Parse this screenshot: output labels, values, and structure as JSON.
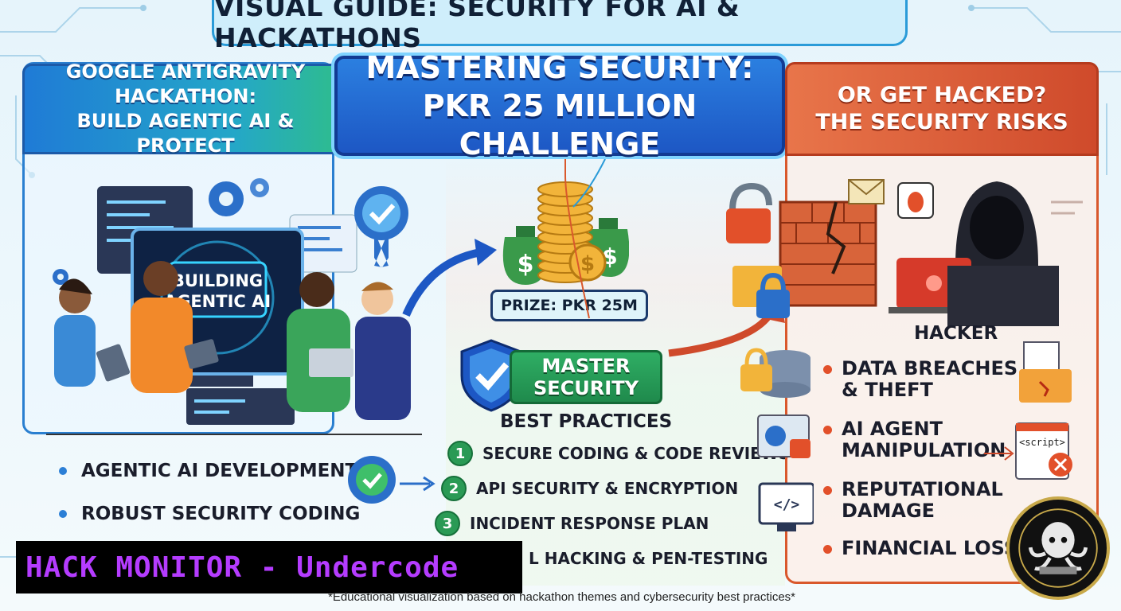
{
  "banner": {
    "title": "VISUAL GUIDE: SECURITY FOR AI & HACKATHONS"
  },
  "left": {
    "header_lines": [
      "GOOGLE ANTIGRAVITY",
      "HACKATHON:",
      "BUILD AGENTIC AI & PROTECT"
    ],
    "screen_text": [
      "BUILDING",
      "AGENTIC AI"
    ],
    "bullets": [
      "AGENTIC AI DEVELOPMENT",
      "ROBUST SECURITY CODING"
    ]
  },
  "center": {
    "header_lines": [
      "MASTERING SECURITY:",
      "PKR 25 MILLION CHALLENGE"
    ],
    "prize_label": "PRIZE: PKR 25M",
    "badge_lines": [
      "MASTER",
      "SECURITY"
    ],
    "best_practices_title": "BEST PRACTICES",
    "best_practices": [
      {
        "num": "1",
        "text": "SECURE CODING & CODE REVIEWS"
      },
      {
        "num": "2",
        "text": "API SECURITY & ENCRYPTION"
      },
      {
        "num": "3",
        "text": "INCIDENT RESPONSE PLAN"
      },
      {
        "num": "",
        "text": "L HACKING & PEN-TESTING"
      }
    ]
  },
  "right": {
    "header_lines": [
      "OR GET HACKED?",
      "THE SECURITY RISKS"
    ],
    "hacker_label": "HACKER",
    "risks": [
      [
        "DATA BREACHES",
        "& THEFT"
      ],
      [
        "AI AGENT",
        "MANIPULATION"
      ],
      [
        "REPUTATIONAL",
        "DAMAGE"
      ],
      [
        "FINANCIAL LOSSES"
      ]
    ],
    "script_tag": "<script>"
  },
  "watermark": "HACK MONITOR - Undercode",
  "footnote": "*Educational visualization based on hackathon themes and cybersecurity best practices*",
  "colors": {
    "left_accent": "#2a7fd0",
    "center_accent": "#1d57c4",
    "right_accent": "#d9582c",
    "green_accent": "#2a9a55",
    "watermark_text": "#b53cff"
  },
  "icons": [
    "gear-icon",
    "check-badge-icon",
    "money-bag-icon",
    "coin-icon",
    "shield-check-icon",
    "padlock-icon",
    "brick-wall-icon",
    "envelope-icon",
    "bug-icon",
    "hacker-icon",
    "database-lock-icon",
    "code-window-icon",
    "script-error-icon",
    "octopus-logo-icon"
  ]
}
